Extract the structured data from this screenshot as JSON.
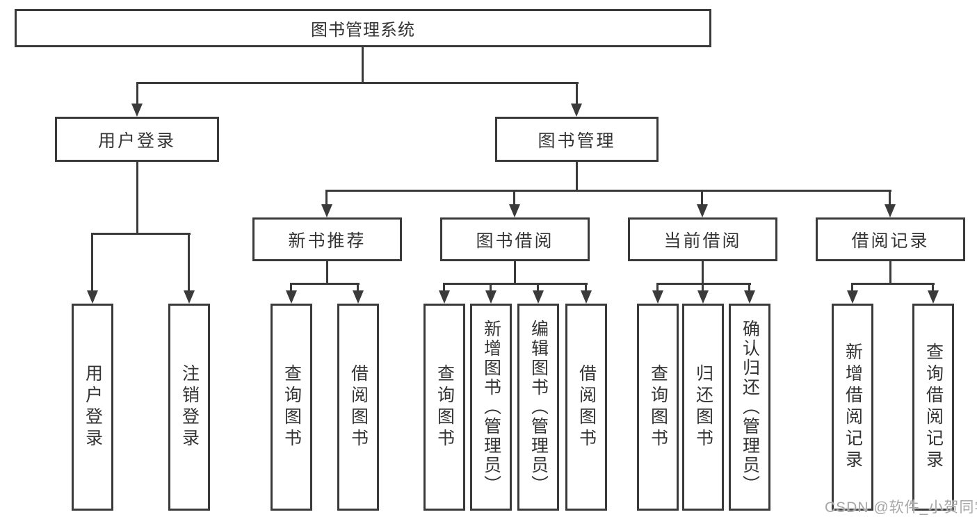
{
  "diagram": {
    "title": "图书管理系统",
    "level2": {
      "user_login": "用户登录",
      "book_management": "图书管理"
    },
    "level3": {
      "new_book_recommend": "新书推荐",
      "book_borrowing": "图书借阅",
      "current_borrowing": "当前借阅",
      "borrowing_records": "借阅记录"
    },
    "leaves": {
      "user_login": [
        "用户登录",
        "注销登录"
      ],
      "new_book_recommend": [
        "查询图书",
        "借阅图书"
      ],
      "book_borrowing": [
        "查询图书",
        "新增图书（管理员）",
        "编辑图书（管理员）",
        "借阅图书"
      ],
      "current_borrowing": [
        "查询图书",
        "归还图书",
        "确认归还（管理员）"
      ],
      "borrowing_records": [
        "新增借阅记录",
        "查询借阅记录"
      ]
    },
    "watermark": "CSDN @软件_小贺同学",
    "colors": {
      "line": "#3a3a3a",
      "text": "#333333",
      "background": "#ffffff",
      "watermark": "#a6a6a6"
    }
  }
}
